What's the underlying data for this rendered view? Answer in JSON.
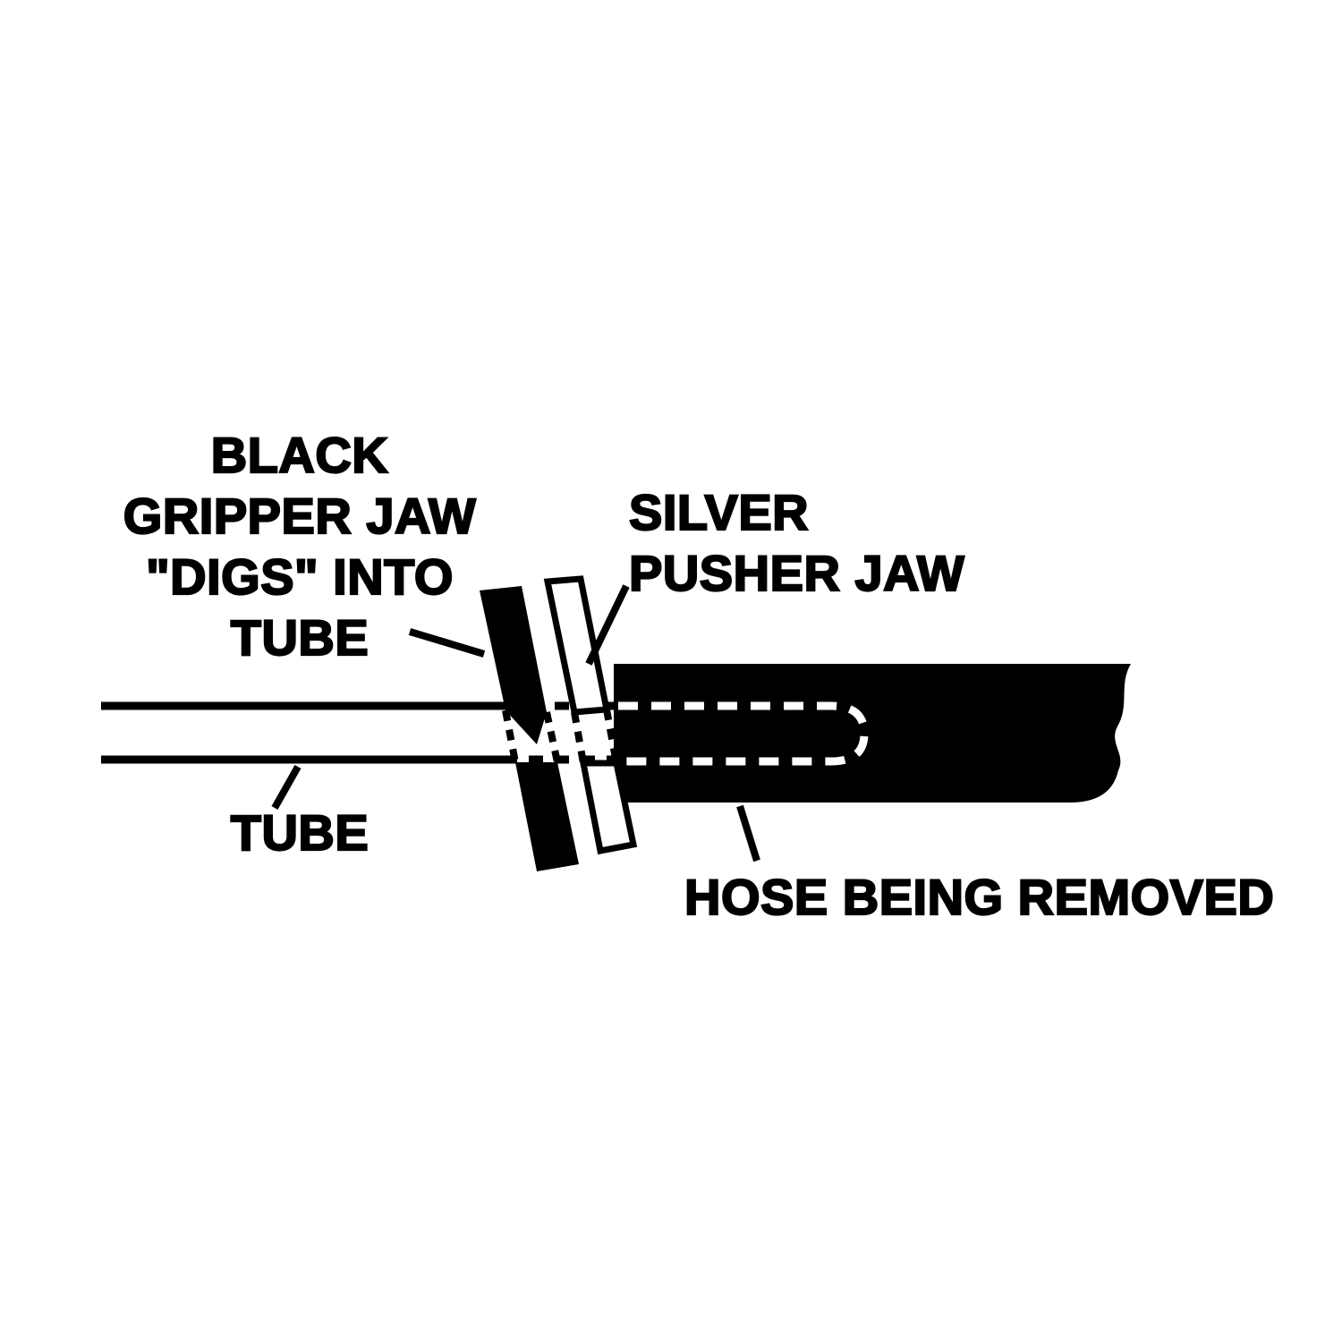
{
  "diagram": {
    "labels": {
      "gripper": {
        "line1": "BLACK",
        "line2": "GRIPPER JAW",
        "line3": "\"DIGS\" INTO",
        "line4": "TUBE"
      },
      "pusher": {
        "line1": "SILVER",
        "line2": "PUSHER JAW"
      },
      "tube": "TUBE",
      "hose": "HOSE BEING REMOVED"
    },
    "colors": {
      "ink": "#000000",
      "background": "#ffffff"
    }
  }
}
